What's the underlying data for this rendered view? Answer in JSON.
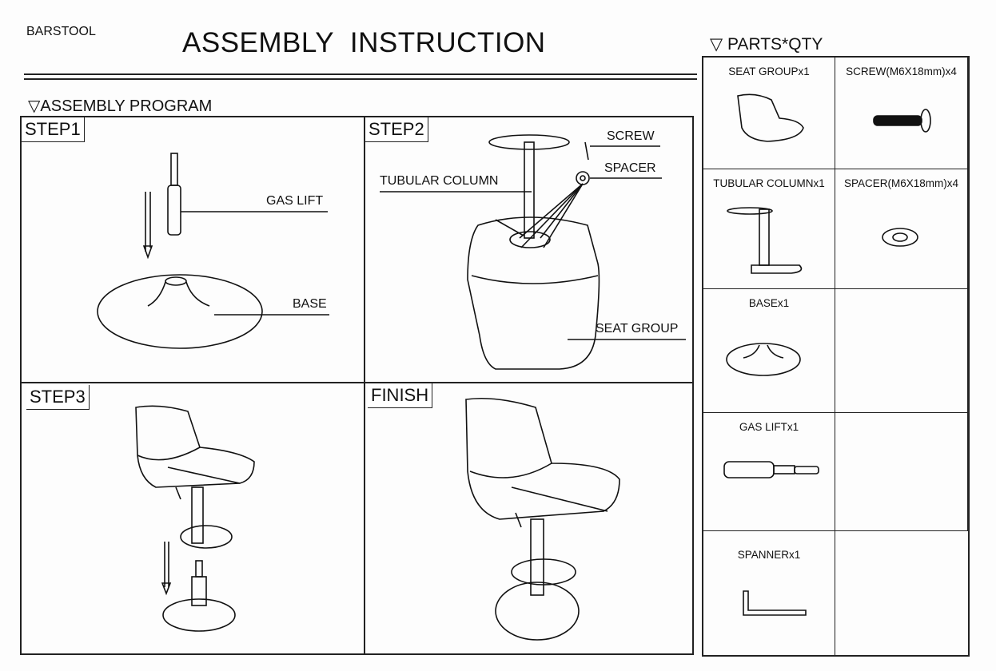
{
  "header": {
    "brand": "BARSTOOL",
    "title": "ASSEMBLY  INSTRUCTION"
  },
  "program": {
    "heading": "ASSEMBLY PROGRAM",
    "icon": "triangle-down-icon",
    "steps": [
      {
        "label": "STEP1",
        "callouts": [
          "GAS LIFT",
          "BASE"
        ]
      },
      {
        "label": "STEP2",
        "callouts": [
          "SCREW",
          "SPACER",
          "TUBULAR COLUMN",
          "SEAT GROUP"
        ]
      },
      {
        "label": "STEP3",
        "callouts": []
      },
      {
        "label": "FINISH",
        "callouts": []
      }
    ]
  },
  "parts": {
    "heading": "PARTS*QTY",
    "icon": "triangle-down-icon",
    "items": [
      {
        "name": "SEAT GROUPx1"
      },
      {
        "name": "SCREW(M6X18mm)x4"
      },
      {
        "name": "TUBULAR COLUMNx1"
      },
      {
        "name": "SPACER(M6X18mm)x4"
      },
      {
        "name": "BASEx1"
      },
      {
        "name": ""
      },
      {
        "name": "GAS LIFTx1"
      },
      {
        "name": ""
      },
      {
        "name": "SPANNERx1"
      },
      {
        "name": ""
      }
    ]
  }
}
